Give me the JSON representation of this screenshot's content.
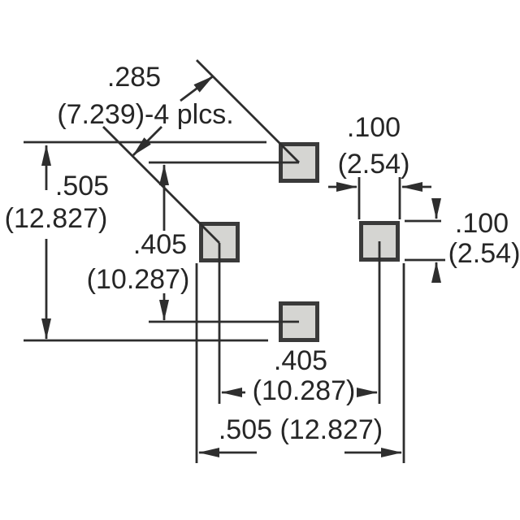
{
  "colors": {
    "line": "#2e2e2e",
    "text": "#262626",
    "pad_fill": "#d5d5d2",
    "pad_border": "#3a3a3a",
    "background": "#ffffff"
  },
  "pad_count": 4,
  "dims": {
    "pad_diagonal": {
      "inches": ".285",
      "note": "(7.239)-4 plcs."
    },
    "vertical_outer": {
      "inches": ".505",
      "mm": "(12.827)"
    },
    "vertical_pitch": {
      "inches": ".405",
      "mm": "(10.287)"
    },
    "horizontal_pitch": {
      "inches": ".405",
      "mm": "(10.287)"
    },
    "horizontal_outer": {
      "label": ".505 (12.827)"
    },
    "pad_width": {
      "inches": ".100",
      "mm": "(2.54)"
    },
    "pad_height": {
      "inches": ".100",
      "mm": "(2.54)"
    }
  }
}
